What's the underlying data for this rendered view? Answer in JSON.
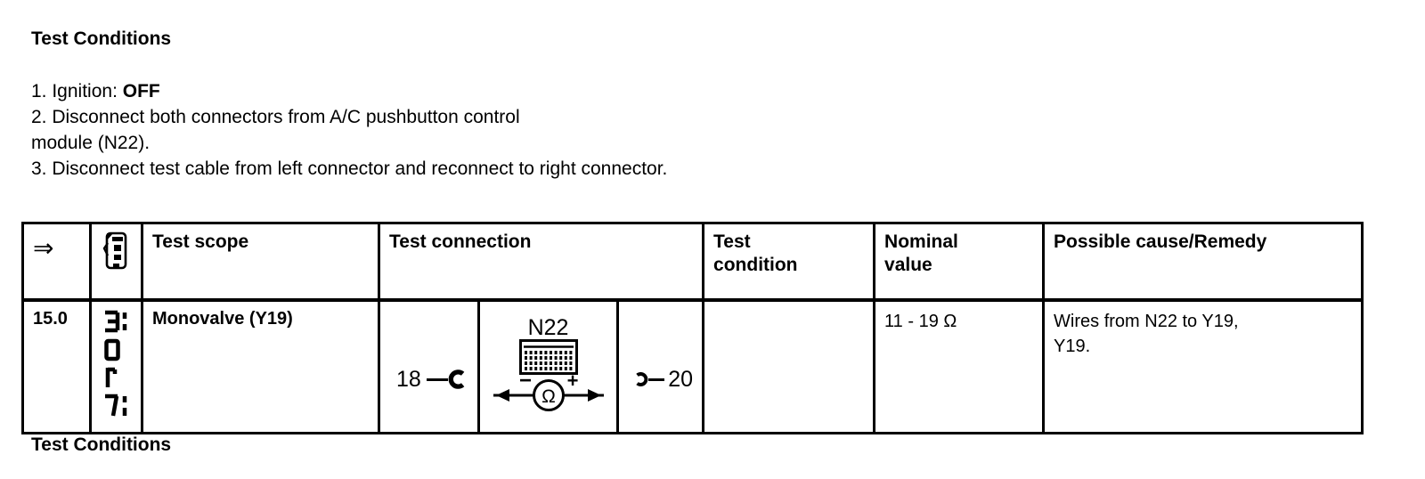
{
  "page": {
    "heading_top": "Test Conditions",
    "heading_bottom": "Test Conditions"
  },
  "steps": [
    {
      "text": "1. Ignition: ",
      "bold": "OFF"
    },
    {
      "text": "2. Disconnect both connectors from A/C pushbutton control",
      "bold": ""
    },
    {
      "text": "module (N22).",
      "bold": ""
    },
    {
      "text": "3. Disconnect test cable from left connector and reconnect to right connector.",
      "bold": ""
    }
  ],
  "table": {
    "header": {
      "arrow": "⇒",
      "test_scope": "Test scope",
      "test_connection": "Test connection",
      "test_condition": "Test condition",
      "nominal_value": "Nominal value",
      "possible_cause": "Possible cause/Remedy"
    },
    "row": {
      "step": "15.0",
      "test_scope": "Monovalve (Y19)",
      "connection": {
        "left_pin": "18",
        "module": "N22",
        "meter": "Ω",
        "minus": "−",
        "plus": "+",
        "right_pin": "20"
      },
      "test_condition": "",
      "nominal_value": "11 - 19 Ω",
      "possible_cause": [
        "Wires from N22 to Y19,",
        "Y19."
      ]
    }
  },
  "icons": {
    "header_device": "diagnostic-tester-icon",
    "row_display": "tester-display-icon",
    "left_connector": "connector-socket-icon",
    "right_connector": "connector-socket-icon",
    "module": "pin-module-icon",
    "meter": "ohmmeter-icon"
  },
  "colors": {
    "text": "#000000",
    "background": "#ffffff",
    "border": "#000000"
  }
}
